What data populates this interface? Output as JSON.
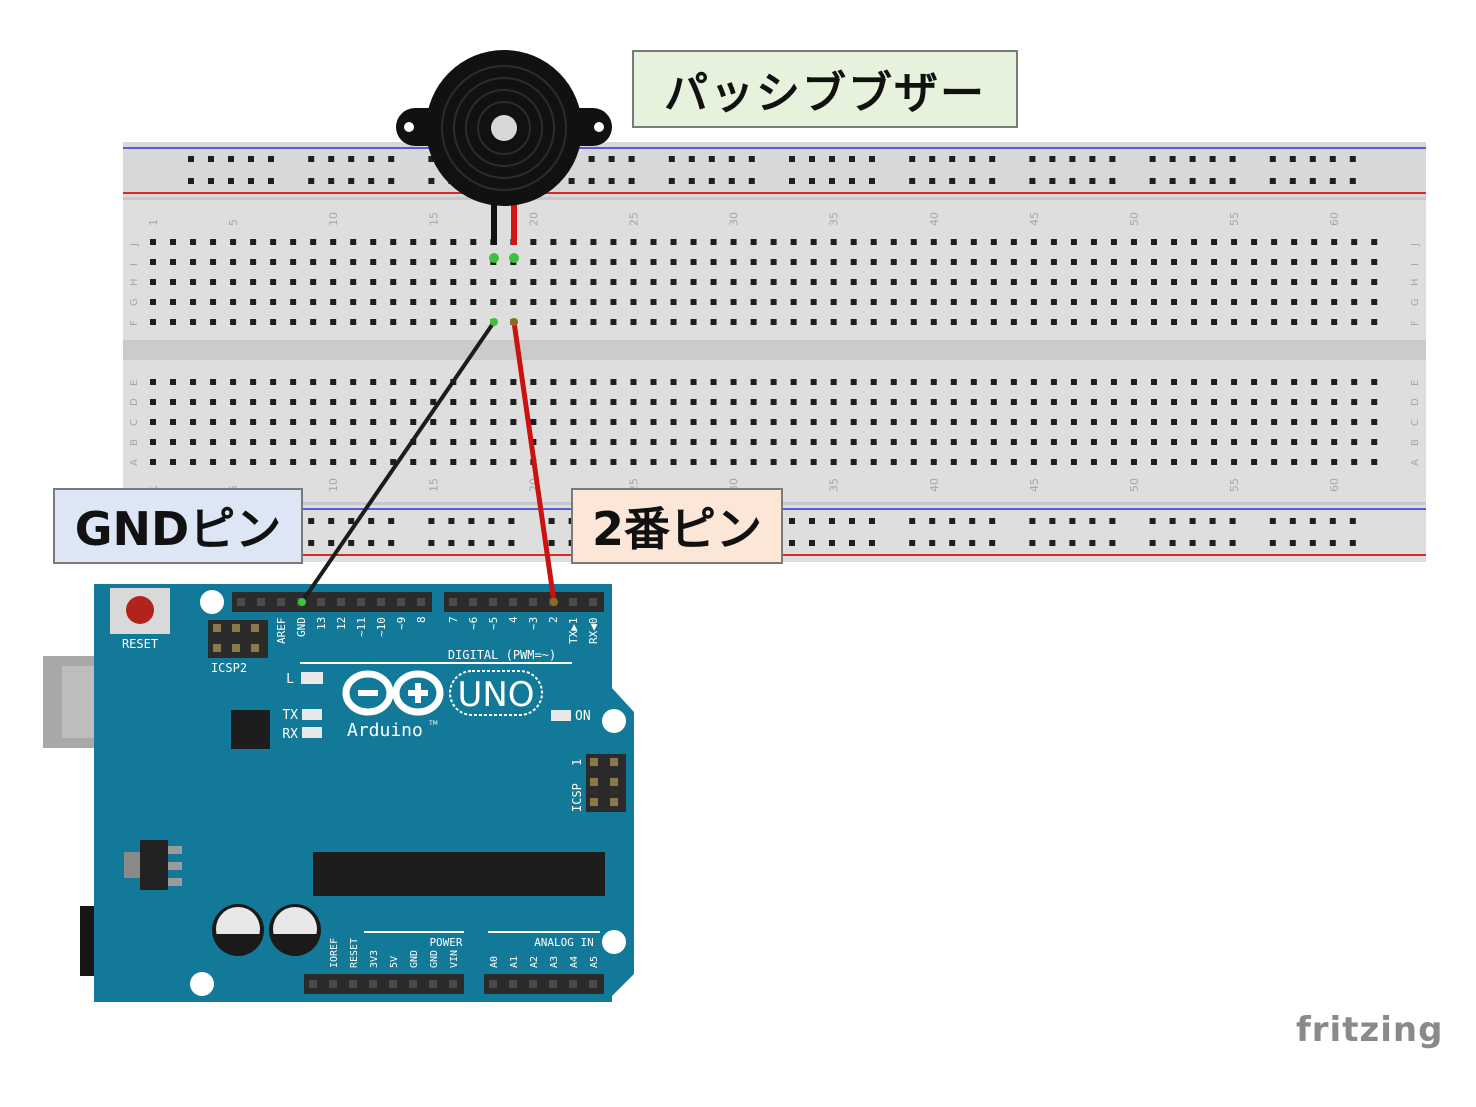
{
  "callouts": {
    "buzzer": "パッシブブザー",
    "gnd_pin": "GNDピン",
    "pin2": "2番ピン"
  },
  "watermark": "fritzing",
  "breadboard": {
    "column_numbers": [
      "1",
      "5",
      "10",
      "15",
      "20",
      "25",
      "30",
      "35",
      "40",
      "45",
      "50",
      "55",
      "60"
    ],
    "rows_top": [
      "J",
      "I",
      "H",
      "G",
      "F"
    ],
    "rows_bottom": [
      "E",
      "D",
      "C",
      "B",
      "A"
    ],
    "colors": {
      "body": "#dedede",
      "hole": "#1e1e1e",
      "rail_red": "#d62a2a",
      "rail_blue": "#5a5adc"
    }
  },
  "arduino": {
    "reset_label": "RESET",
    "icsp2_label": "ICSP2",
    "icsp_label": "ICSP",
    "icsp_pin1": "1",
    "digital_label": "DIGITAL (PWM=~)",
    "top_header_pins": [
      "AREF",
      "GND",
      "13",
      "12",
      "~11",
      "~10",
      "~9",
      "8",
      "7",
      "~6",
      "~5",
      "4",
      "~3",
      "2",
      "TX▶1",
      "RX◀0"
    ],
    "led_l": "L",
    "led_tx": "TX",
    "led_rx": "RX",
    "on_label": "ON",
    "brand": "Arduino",
    "trademark": "TM",
    "model": "UNO",
    "power_label": "POWER",
    "analog_label": "ANALOG IN",
    "power_pins": [
      "IOREF",
      "RESET",
      "3V3",
      "5V",
      "GND",
      "GND",
      "VIN"
    ],
    "analog_pins": [
      "A0",
      "A1",
      "A2",
      "A3",
      "A4",
      "A5"
    ],
    "colors": {
      "board": "#127a98",
      "accent": "#0f6d88",
      "header": "#2b2b2b"
    }
  },
  "wires": {
    "gnd_color": "#1c1c1c",
    "signal_color": "#cc1111",
    "highlight": "#3ec23e"
  },
  "buzzer": {
    "body_color": "#111111"
  }
}
